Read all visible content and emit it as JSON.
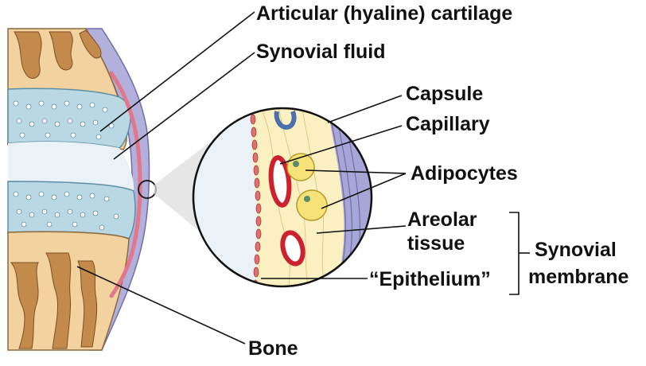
{
  "labels": {
    "cartilage": "Articular (hyaline) cartilage",
    "fluid": "Synovial fluid",
    "capsule": "Capsule",
    "capillary": "Capillary",
    "adipocytes": "Adipocytes",
    "areolar_1": "Areolar",
    "areolar_2": "tissue",
    "synovial_1": "Synovial",
    "synovial_2": "membrane",
    "epithelium": "“Epithelium”",
    "bone": "Bone"
  },
  "colors": {
    "bone_fill": "#f2d3a0",
    "bone_marrow": "#c48a4c",
    "cartilage_fill": "#b9d8e4",
    "synovial_edge": "#e2768a",
    "capsule_band": "#a8a6d6",
    "fat_tissue": "#fbf0c2",
    "vessel_red": "#cc2230",
    "vessel_blue": "#4c6fae",
    "adipocyte": "#f7e27a",
    "cavity": "#eaf2f8"
  }
}
